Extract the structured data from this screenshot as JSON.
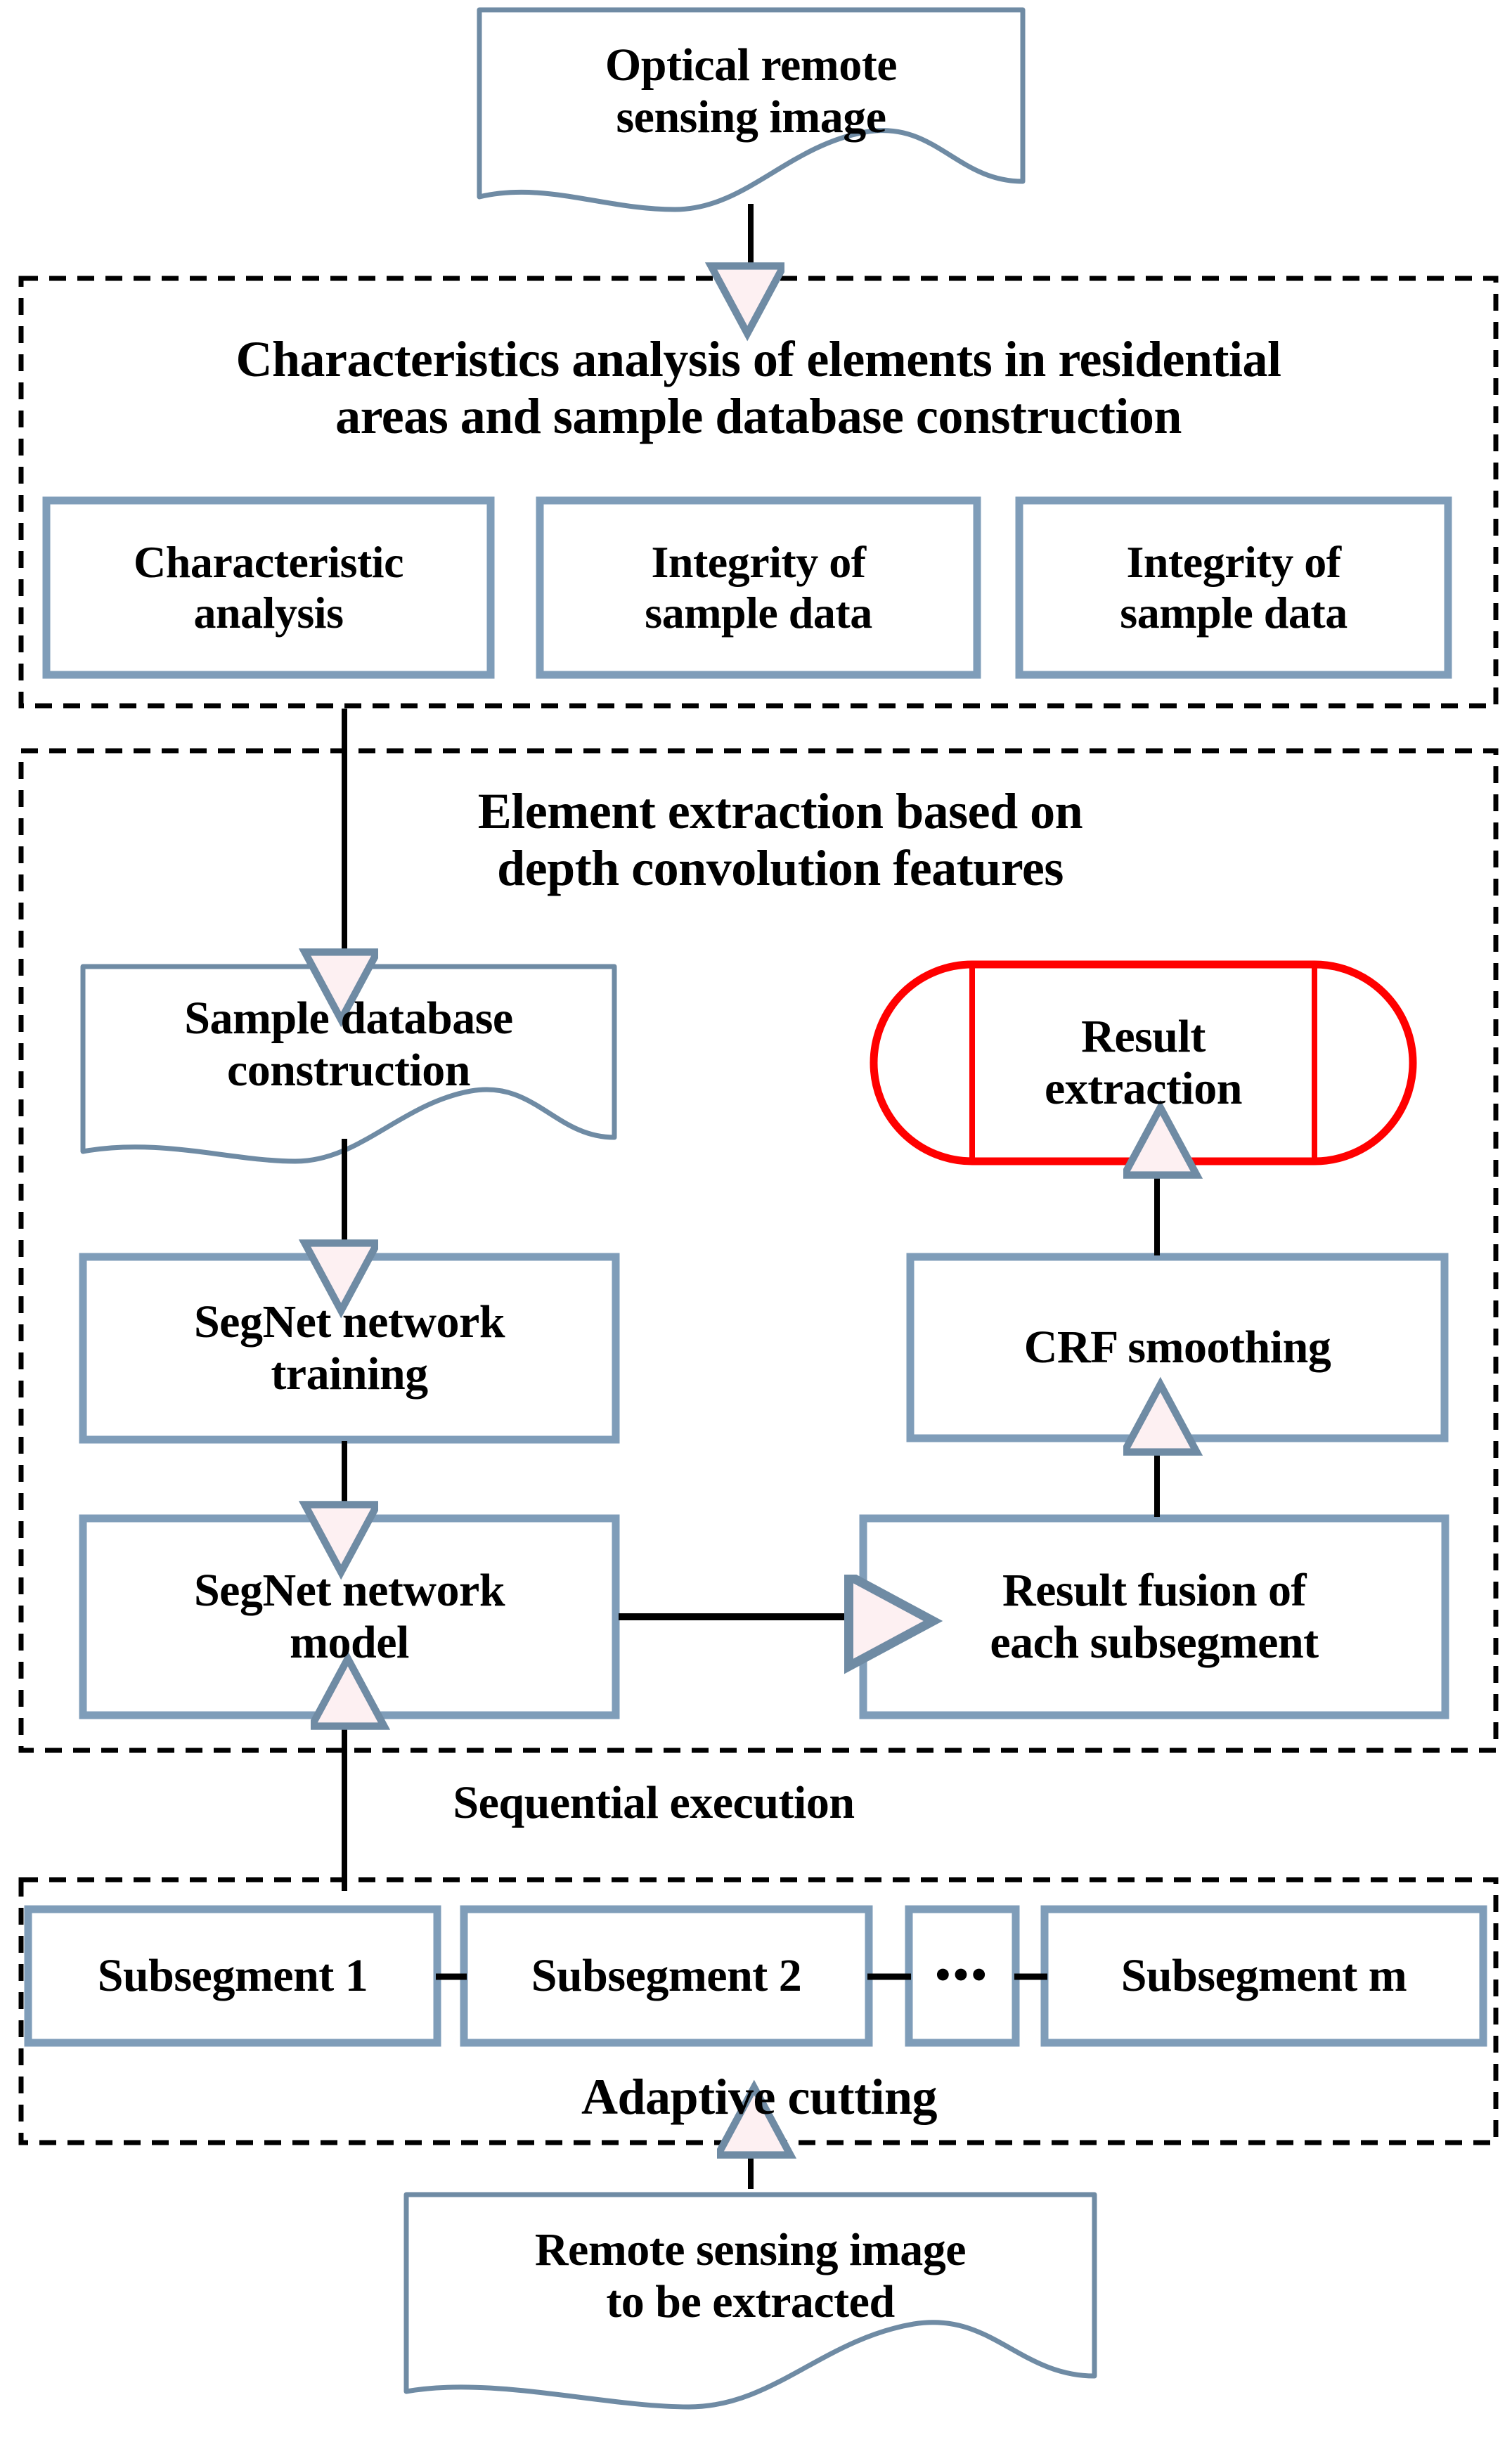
{
  "diagram": {
    "title": "Residential area element extraction workflow",
    "colors": {
      "node_border": "#7f9db9",
      "node_fill": "#ffffff",
      "group_border": "#000000",
      "accent_red": "#ff0000",
      "arrow_stroke": "#000000",
      "arrowhead_stroke": "#6f8ba4",
      "arrowhead_fill": "#fdf0f2",
      "text": "#000000"
    },
    "top_input": {
      "shape": "document",
      "label": "Optical remote\nsensing image"
    },
    "groups": [
      {
        "id": "group-characteristics",
        "title": "Characteristics  analysis of elements in residential\nareas and sample database construction",
        "nodes": [
          {
            "id": "characteristic-analysis",
            "label": "Characteristic\nanalysis",
            "shape": "process"
          },
          {
            "id": "integrity-sample-data-1",
            "label": "Integrity of\nsample data",
            "shape": "process"
          },
          {
            "id": "integrity-sample-data-2",
            "label": "Integrity of\nsample data",
            "shape": "process"
          }
        ]
      },
      {
        "id": "group-element-extraction",
        "title": "Element extraction based on\ndepth convolution features",
        "nodes": [
          {
            "id": "sample-database-construction",
            "label": "Sample database\nconstruction",
            "shape": "document"
          },
          {
            "id": "result-extraction",
            "label": "Result\nextraction",
            "shape": "terminator-red"
          },
          {
            "id": "segnet-network-training",
            "label": "SegNet network\ntraining",
            "shape": "process"
          },
          {
            "id": "crf-smoothing",
            "label": "CRF smoothing",
            "shape": "process"
          },
          {
            "id": "segnet-network-model",
            "label": "SegNet network\nmodel",
            "shape": "process"
          },
          {
            "id": "result-fusion",
            "label": "Result fusion of\neach subsegment",
            "shape": "process"
          }
        ]
      },
      {
        "id": "group-adaptive-cutting",
        "title": "Adaptive cutting",
        "nodes": [
          {
            "id": "subsegment-1",
            "label": "Subsegment 1",
            "shape": "process"
          },
          {
            "id": "subsegment-2",
            "label": "Subsegment 2",
            "shape": "process"
          },
          {
            "id": "subsegment-ellipsis",
            "label": "•••",
            "shape": "process"
          },
          {
            "id": "subsegment-m",
            "label": "Subsegment m",
            "shape": "process"
          }
        ]
      }
    ],
    "edge_labels": [
      {
        "id": "sequential-execution",
        "label": "Sequential execution"
      }
    ],
    "bottom_input": {
      "shape": "document",
      "label": "Remote sensing image\nto be extracted"
    }
  }
}
